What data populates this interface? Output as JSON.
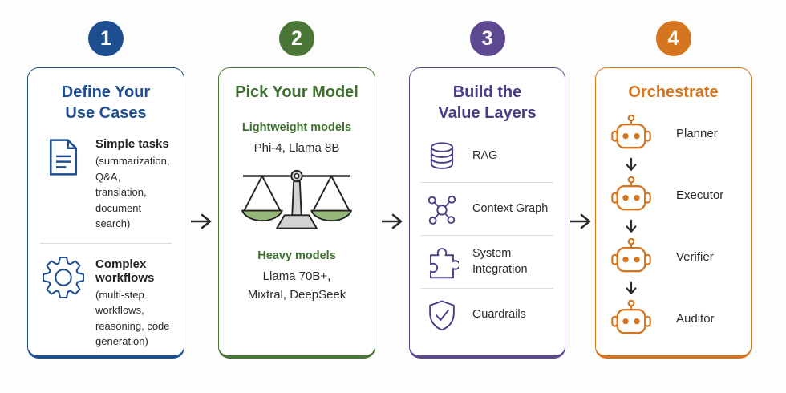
{
  "colors": {
    "step1_blue": "#1d4e8f",
    "step2_green_badge": "#4a7637",
    "step2_green_heading": "#3e7030",
    "step3_purple_badge": "#5c4990",
    "step3_purple_heading": "#4a3d85",
    "step4_orange": "#d4761f",
    "body_text": "#2b2b2e",
    "divider_gray": "#dcdcdc",
    "scale_bowl_green": "#93b877",
    "scale_metal_gray": "#d2d2d2"
  },
  "steps": [
    {
      "number": "1",
      "title_line1": "Define Your",
      "title_line2": "Use Cases",
      "items": [
        {
          "icon": "document-icon",
          "title": "Simple tasks",
          "description": "(summarization, Q&A, translation, document search)"
        },
        {
          "icon": "gear-icon",
          "title": "Complex workflows",
          "description": "(multi-step workflows, reasoning, code generation)"
        }
      ]
    },
    {
      "number": "2",
      "title_line1": "Pick Your Model",
      "lightweight": {
        "label": "Lightweight models",
        "models": "Phi-4, Llama 8B"
      },
      "heavy": {
        "label": "Heavy models",
        "models_line1": "Llama 70B+,",
        "models_line2": "Mixtral, DeepSeek"
      }
    },
    {
      "number": "3",
      "title_line1": "Build the",
      "title_line2": "Value Layers",
      "layers": [
        {
          "icon": "database-icon",
          "label": "RAG"
        },
        {
          "icon": "context-graph-icon",
          "label": "Context Graph"
        },
        {
          "icon": "puzzle-icon",
          "label": "System Integration"
        },
        {
          "icon": "shield-check-icon",
          "label": "Guardrails"
        }
      ]
    },
    {
      "number": "4",
      "title_line1": "Orchestrate",
      "agents": [
        {
          "icon": "robot-icon",
          "label": "Planner"
        },
        {
          "icon": "robot-icon",
          "label": "Executor"
        },
        {
          "icon": "robot-icon",
          "label": "Verifier"
        },
        {
          "icon": "robot-icon",
          "label": "Auditor"
        }
      ]
    }
  ]
}
